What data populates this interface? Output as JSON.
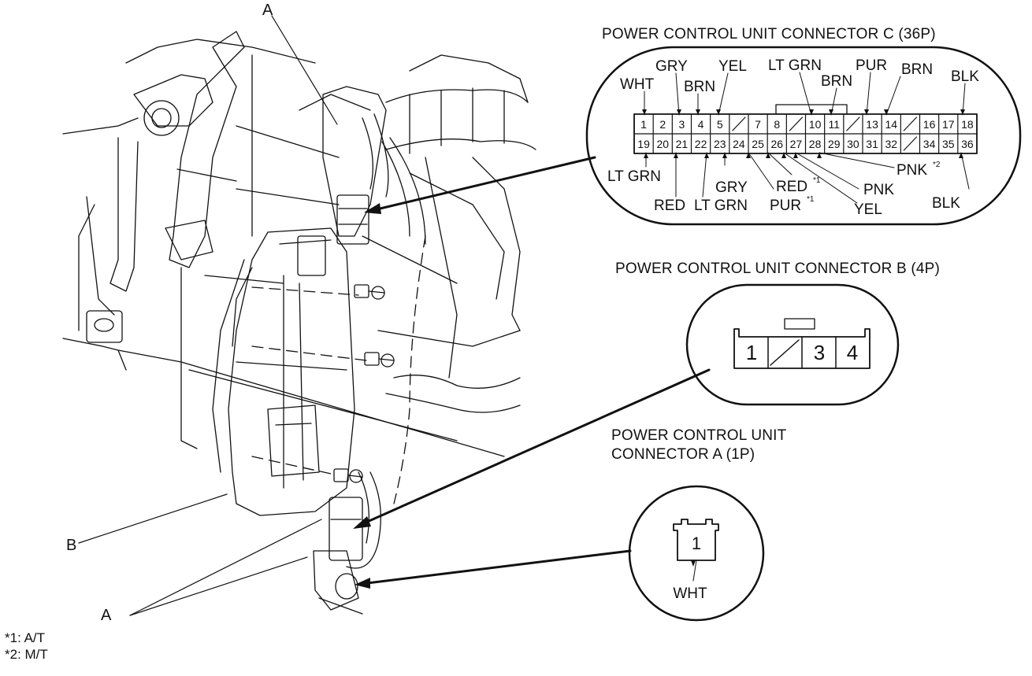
{
  "callouts": {
    "a_top": "A",
    "b": "B",
    "a_bottom": "A"
  },
  "footnotes": [
    "*1: A/T",
    "*2: M/T"
  ],
  "connector_c": {
    "title": "POWER CONTROL UNIT CONNECTOR C (36P)",
    "top_row": [
      "1",
      "2",
      "3",
      "4",
      "5",
      "",
      "7",
      "8",
      "",
      "10",
      "11",
      "",
      "13",
      "14",
      "",
      "16",
      "17",
      "18"
    ],
    "bottom_row": [
      "19",
      "20",
      "21",
      "22",
      "23",
      "24",
      "25",
      "26",
      "27",
      "28",
      "29",
      "30",
      "31",
      "32",
      "",
      "34",
      "35",
      "36"
    ],
    "wire_labels": {
      "p1": "WHT",
      "p3": "GRY",
      "p4": "BRN",
      "p5": "YEL",
      "p10": "LT GRN",
      "p11": "BRN",
      "p13": "PUR",
      "p14": "BRN",
      "p18": "BLK",
      "p19": "LT GRN",
      "p20": "RED",
      "p22": "LT GRN",
      "p23": "GRY",
      "p24": "PUR",
      "p24_note": "*1",
      "p25": "RED",
      "p25_note": "*1",
      "p26": "YEL",
      "p27": "PNK",
      "p28": "PNK",
      "p28_note": "*2",
      "p36": "BLK"
    }
  },
  "connector_b": {
    "title": "POWER CONTROL UNIT CONNECTOR B (4P)",
    "pins": [
      "1",
      "",
      "3",
      "4"
    ]
  },
  "connector_a": {
    "title_line1": "POWER CONTROL UNIT",
    "title_line2": "CONNECTOR A (1P)",
    "pin": "1",
    "wire": "WHT"
  }
}
